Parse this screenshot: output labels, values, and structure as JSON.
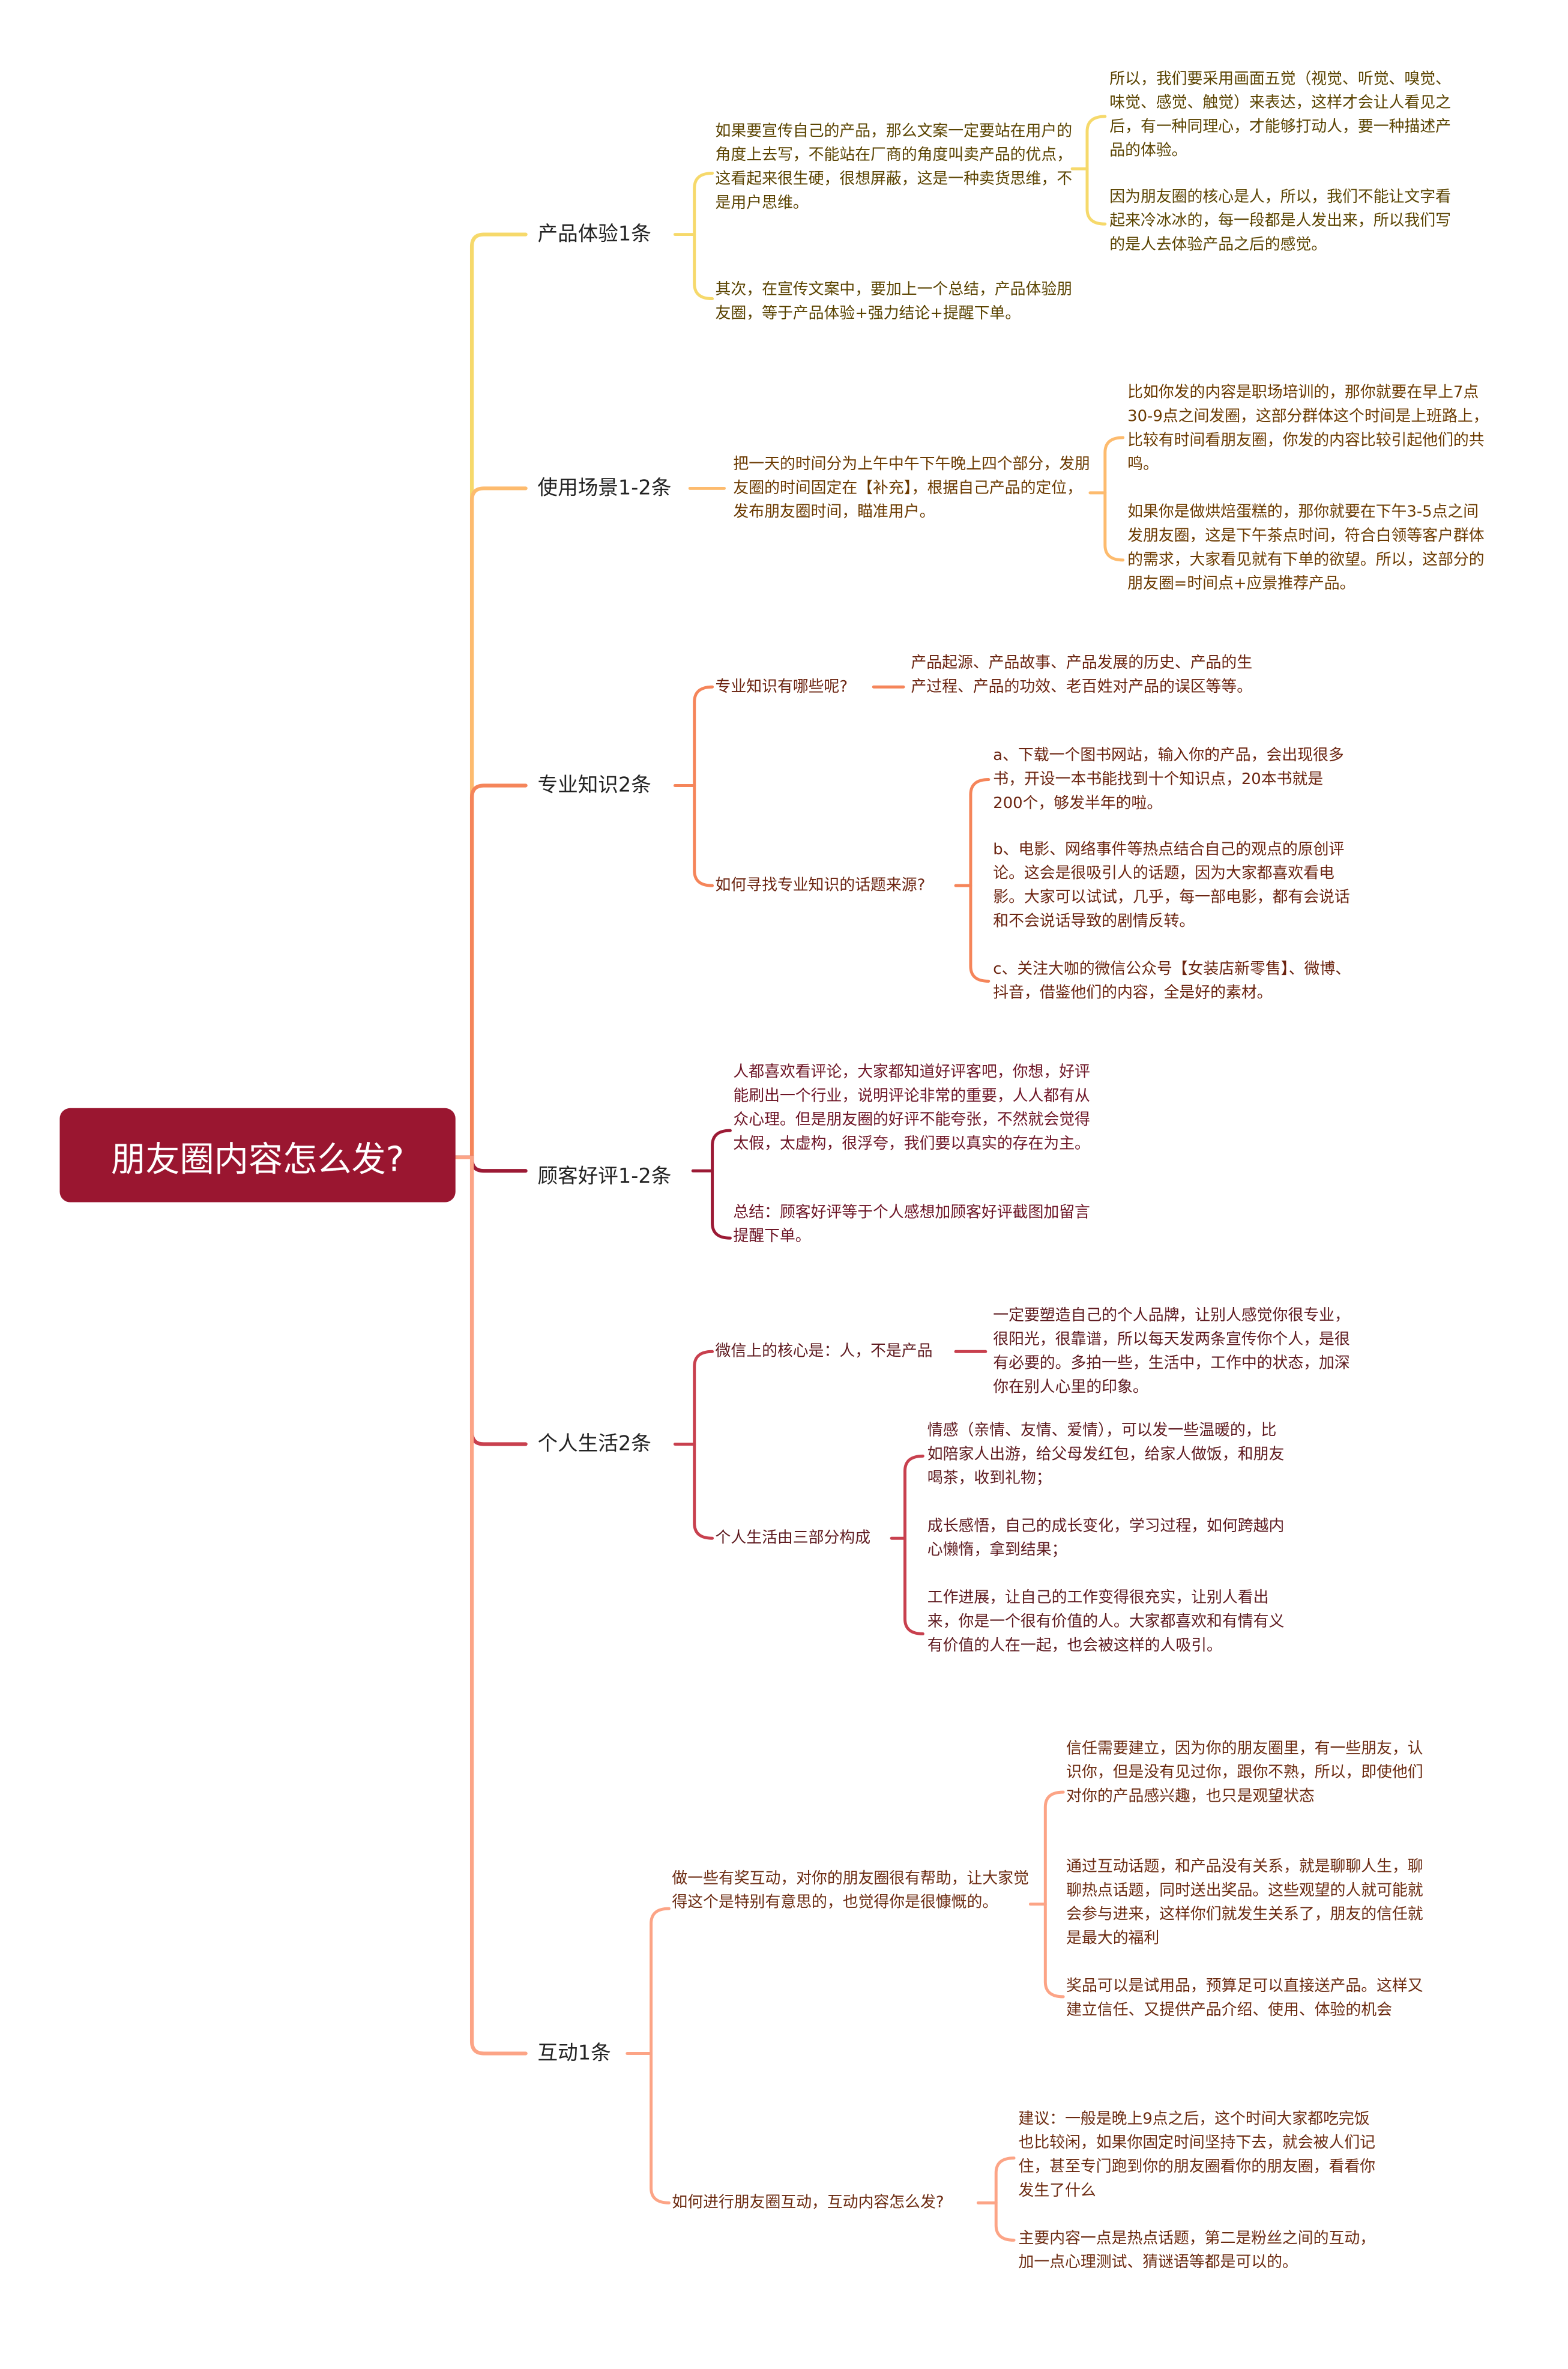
{
  "root": "朋友圈内容怎么发?",
  "colors": {
    "root": "#9a1630",
    "b1": "#f6d96b",
    "b2": "#fdbb6e",
    "b3": "#f5855a",
    "b4": "#9c1a35",
    "b5": "#c8404e",
    "b6": "#fca486"
  },
  "branches": [
    {
      "label": "产品体验1条",
      "children": [
        {
          "text": "如果要宣传自己的产品，那么文案一定要站在用户的角度上去写，不能站在厂商的角度叫卖产品的优点，这看起来很生硬，很想屏蔽，这是一种卖货思维，不是用户思维。",
          "children": [
            "所以，我们要采用画面五觉（视觉、听觉、嗅觉、味觉、感觉、触觉）来表达，这样才会让人看见之后，有一种同理心，才能够打动人，要一种描述产品的体验。",
            "因为朋友圈的核心是人，所以，我们不能让文字看起来冷冰冰的，每一段都是人发出来，所以我们写的是人去体验产品之后的感觉。"
          ]
        },
        {
          "text": "其次，在宣传文案中，要加上一个总结，产品体验朋友圈，等于产品体验+强力结论+提醒下单。"
        }
      ]
    },
    {
      "label": "使用场景1-2条",
      "children": [
        {
          "text": "把一天的时间分为上午中午下午晚上四个部分，发朋友圈的时间固定在【补充】，根据自己产品的定位，发布朋友圈时间，瞄准用户。",
          "children": [
            "比如你发的内容是职场培训的，那你就要在早上7点30-9点之间发圈，这部分群体这个时间是上班路上，比较有时间看朋友圈，你发的内容比较引起他们的共鸣。",
            "如果你是做烘焙蛋糕的，那你就要在下午3-5点之间发朋友圈，这是下午茶点时间，符合白领等客户群体的需求，大家看见就有下单的欲望。所以，这部分的朋友圈=时间点+应景推荐产品。"
          ]
        }
      ]
    },
    {
      "label": "专业知识2条",
      "children": [
        {
          "text": "专业知识有哪些呢?",
          "children": [
            "产品起源、产品故事、产品发展的历史、产品的生产过程、产品的功效、老百姓对产品的误区等等。"
          ]
        },
        {
          "text": "如何寻找专业知识的话题来源?",
          "children": [
            "a、下载一个图书网站，输入你的产品，会出现很多书，开设一本书能找到十个知识点，20本书就是200个，够发半年的啦。",
            "b、电影、网络事件等热点结合自己的观点的原创评论。这会是很吸引人的话题，因为大家都喜欢看电影。大家可以试试，几乎，每一部电影，都有会说话和不会说话导致的剧情反转。",
            "c、关注大咖的微信公众号【女装店新零售】、微博、抖音，借鉴他们的内容，全是好的素材。"
          ]
        }
      ]
    },
    {
      "label": "顾客好评1-2条",
      "children": [
        {
          "text": "人都喜欢看评论，大家都知道好评客吧，你想，好评能刷出一个行业，说明评论非常的重要，人人都有从众心理。但是朋友圈的好评不能夸张，不然就会觉得太假，太虚构，很浮夸，我们要以真实的存在为主。"
        },
        {
          "text": "总结：顾客好评等于个人感想加顾客好评截图加留言提醒下单。"
        }
      ]
    },
    {
      "label": "个人生活2条",
      "children": [
        {
          "text": "微信上的核心是：人，不是产品",
          "children": [
            "一定要塑造自己的个人品牌，让别人感觉你很专业，很阳光，很靠谱，所以每天发两条宣传你个人，是很有必要的。多拍一些，生活中，工作中的状态，加深你在别人心里的印象。"
          ]
        },
        {
          "text": "个人生活由三部分构成",
          "children": [
            "情感（亲情、友情、爱情），可以发一些温暖的，比如陪家人出游，给父母发红包，给家人做饭，和朋友喝茶，收到礼物；",
            "成长感悟，自己的成长变化，学习过程，如何跨越内心懒惰，拿到结果；",
            "工作进展，让自己的工作变得很充实，让别人看出来，你是一个很有价值的人。大家都喜欢和有情有义有价值的人在一起，也会被这样的人吸引。"
          ]
        }
      ]
    },
    {
      "label": "互动1条",
      "children": [
        {
          "text": "做一些有奖互动，对你的朋友圈很有帮助，让大家觉得这个是特别有意思的，也觉得你是很慷慨的。",
          "children": [
            "信任需要建立，因为你的朋友圈里，有一些朋友，认识你，但是没有见过你，跟你不熟，所以，即使他们对你的产品感兴趣，也只是观望状态",
            "通过互动话题，和产品没有关系，就是聊聊人生，聊聊热点话题，同时送出奖品。这些观望的人就可能就会参与进来，这样你们就发生关系了，朋友的信任就是最大的福利",
            "奖品可以是试用品，预算足可以直接送产品。这样又建立信任、又提供产品介绍、使用、体验的机会"
          ]
        },
        {
          "text": "如何进行朋友圈互动，互动内容怎么发?",
          "children": [
            "建议：一般是晚上9点之后，这个时间大家都吃完饭也比较闲，如果你固定时间坚持下去，就会被人们记住，甚至专门跑到你的朋友圈看你的朋友圈，看看你发生了什么",
            "主要内容一点是热点话题，第二是粉丝之间的互动，加一点心理测试、猜谜语等都是可以的。"
          ]
        }
      ]
    }
  ]
}
